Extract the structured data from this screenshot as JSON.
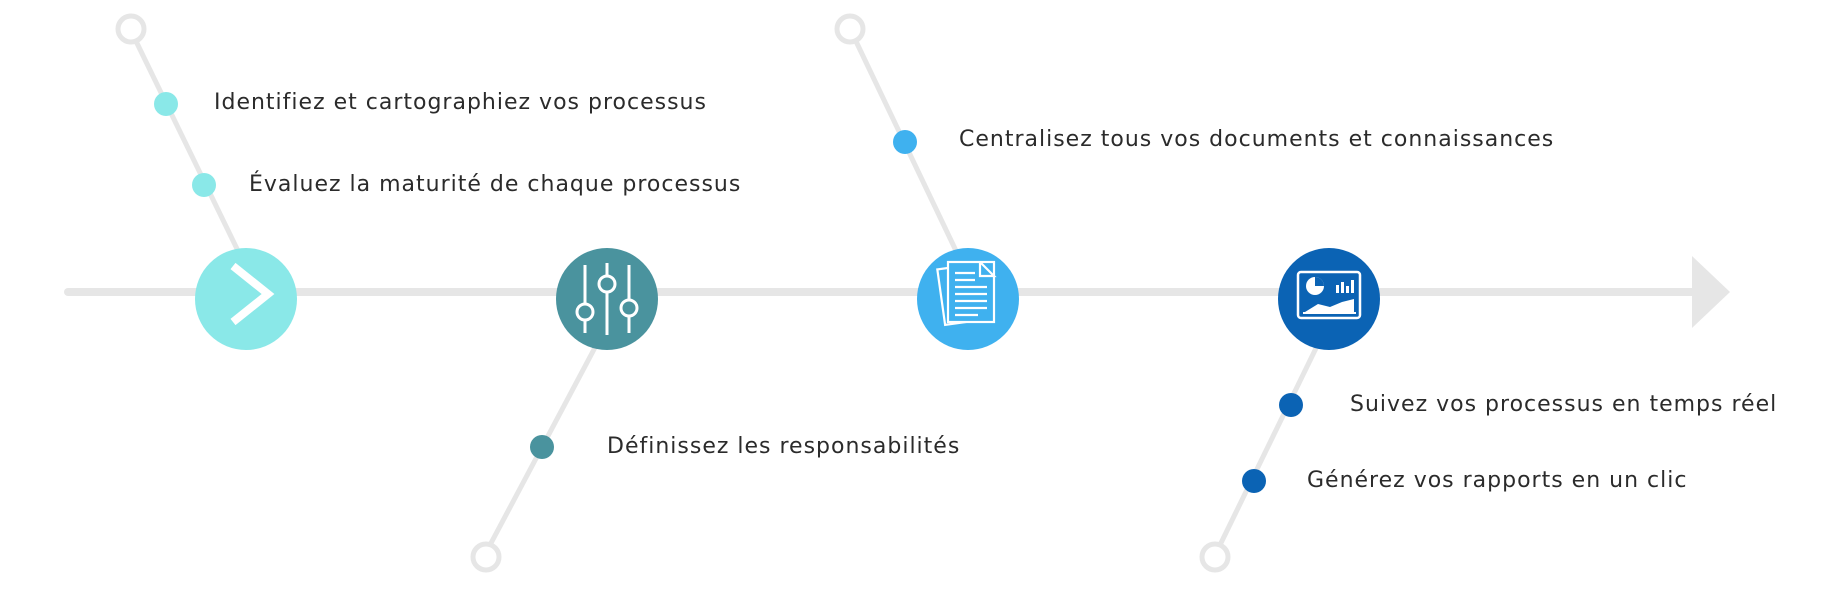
{
  "colors": {
    "line": "#e6e6e6",
    "step1": "#8ae8e8",
    "step2": "#4a939e",
    "step3": "#3fb1ef",
    "step4": "#0b63b4",
    "text": "#2b2b2b"
  },
  "steps": [
    {
      "icon": "chevron-right-icon",
      "items": [
        {
          "label": "Identifiez et cartographiez vos processus"
        },
        {
          "label": "Évaluez la maturité de chaque processus"
        }
      ]
    },
    {
      "icon": "sliders-icon",
      "items": [
        {
          "label": "Définissez les responsabilités"
        }
      ]
    },
    {
      "icon": "documents-icon",
      "items": [
        {
          "label": "Centralisez tous vos documents et connaissances"
        }
      ]
    },
    {
      "icon": "dashboard-icon",
      "items": [
        {
          "label": "Suivez vos processus en temps réel"
        },
        {
          "label": "Générez vos rapports en un clic"
        }
      ]
    }
  ]
}
